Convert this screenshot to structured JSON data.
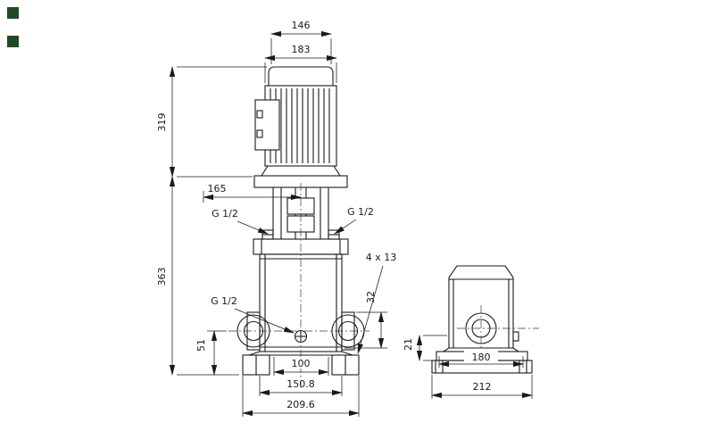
{
  "colors": {
    "background": "#ffffff",
    "line": "#1a1a1a",
    "marker_green": "#1f4a24"
  },
  "dims": {
    "fan_width": "146",
    "motor_width": "183",
    "motor_height": "319",
    "head_width": "165",
    "pump_height": "363",
    "vent_left": "G 1/2",
    "vent_right": "G 1/2",
    "drain": "G 1/2",
    "base_holes": "4 x 13",
    "port_offset": "32",
    "port_height": "51",
    "hole_spacing_front": "100",
    "flange_spacing": "150.8",
    "base_width_front": "209.6",
    "base_height_side": "21",
    "hole_spacing_side": "180",
    "base_width_side": "212"
  }
}
